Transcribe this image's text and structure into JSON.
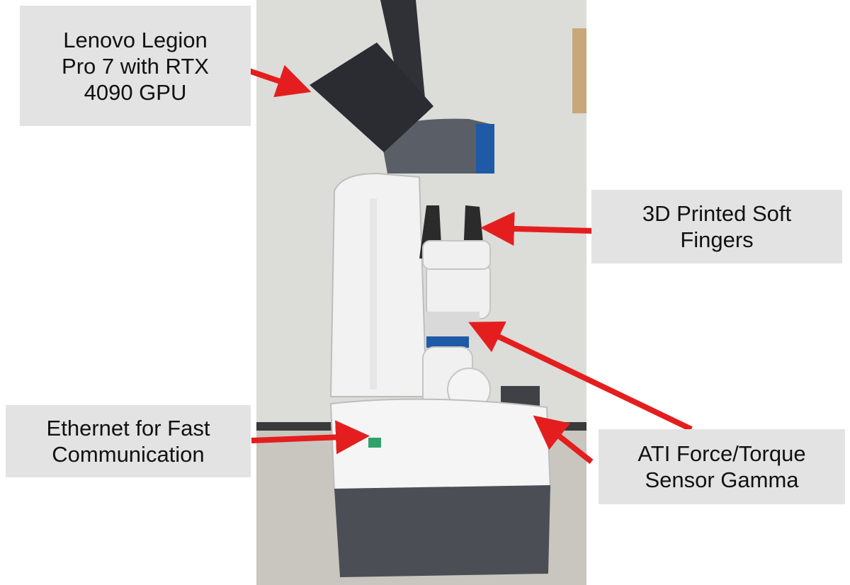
{
  "labels": {
    "laptop": "Lenovo Legion\nPro 7 with  RTX\n4090 GPU",
    "fingers": "3D Printed Soft\nFingers",
    "ethernet": "Ethernet for Fast\nCommunication",
    "sensor": "ATI Force/Torque\nSensor Gamma"
  },
  "colors": {
    "arrow": "#e41e1e",
    "callout_bg": "#e3e3e3",
    "robot_white": "#f2f2f2",
    "robot_gray": "#4b4f55",
    "accent_blue": "#1f5aa6"
  }
}
